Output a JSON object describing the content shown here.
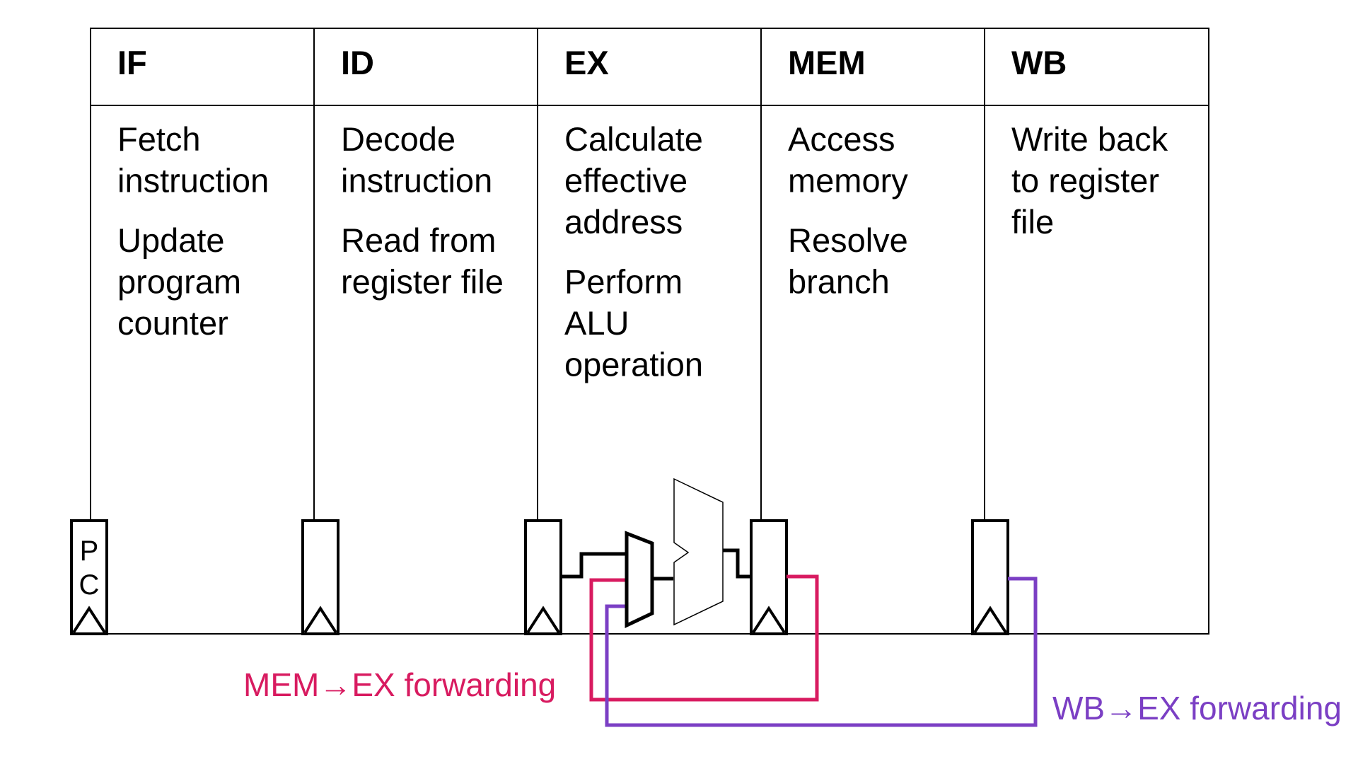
{
  "stages": [
    {
      "title": "IF",
      "description": [
        [
          "Fetch",
          "instruction"
        ],
        [
          "Update",
          "program",
          "counter"
        ]
      ]
    },
    {
      "title": "ID",
      "description": [
        [
          "Decode",
          "instruction"
        ],
        [
          "Read from",
          "register file"
        ]
      ]
    },
    {
      "title": "EX",
      "description": [
        [
          "Calculate",
          "effective",
          "address"
        ],
        [
          "Perform",
          "ALU",
          "operation"
        ]
      ]
    },
    {
      "title": "MEM",
      "description": [
        [
          "Access",
          "memory"
        ],
        [
          "Resolve",
          "branch"
        ]
      ]
    },
    {
      "title": "WB",
      "description": [
        [
          "Write back",
          "to register",
          "file"
        ]
      ]
    }
  ],
  "pc_register": {
    "letters": [
      "P",
      "C"
    ]
  },
  "forwarding": {
    "mem_to_ex": {
      "label": "MEM→EX forwarding",
      "color": "#d81b60"
    },
    "wb_to_ex": {
      "label": "WB→EX forwarding",
      "color": "#7b3fc4"
    }
  }
}
